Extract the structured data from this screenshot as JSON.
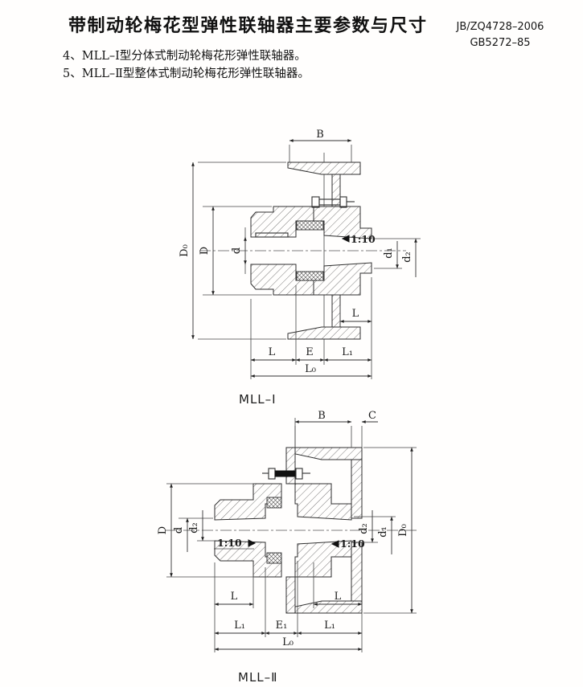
{
  "header": {
    "title": "带制动轮梅花型弹性联轴器主要参数与尺寸",
    "standard_1": "JB/ZQ4728–2006",
    "standard_2": "GB5272–85"
  },
  "notes": {
    "item_4": "4、MLL–Ⅰ型分体式制动轮梅花形弹性联轴器。",
    "item_5": "5、MLL–Ⅱ型整体式制动轮梅花形弹性联轴器。"
  },
  "figure_1": {
    "caption": "MLL–Ⅰ",
    "dims": {
      "B": "B",
      "D0": "D₀",
      "D": "D",
      "d": "d",
      "taper": "1:10",
      "d1": "d₁",
      "d2": "d₂",
      "L_hub": "L",
      "L": "L",
      "E": "E",
      "L1": "L₁",
      "L0": "L₀"
    }
  },
  "figure_2": {
    "caption": "MLL–Ⅱ",
    "dims": {
      "B": "B",
      "C": "C",
      "D": "D",
      "d": "d",
      "d2_left": "d₂",
      "taper_left": "1:10",
      "taper_right": "1:10",
      "d2_right": "d₂",
      "d1": "d₁",
      "D0": "D₀",
      "L_left": "L",
      "L_right": "L",
      "L1_left": "L₁",
      "E1": "E₁",
      "L1_right": "L₁",
      "L0": "L₀"
    }
  },
  "colors": {
    "ink": "#2f2f2f",
    "paper": "#fffefd"
  }
}
